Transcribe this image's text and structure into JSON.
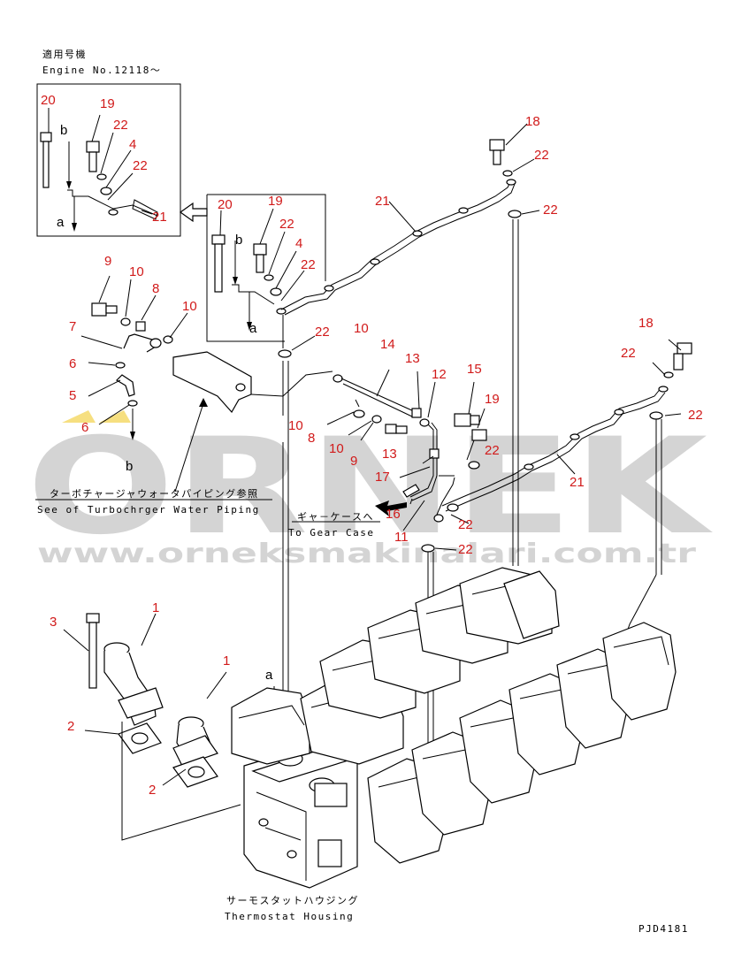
{
  "header": {
    "jp": "適用号機",
    "en": "Engine No.12118～"
  },
  "callouts": {
    "turbo_jp": "ターボチャージャウォータパイピング参照",
    "turbo_en": "See of Turbochrger Water Piping",
    "gear_jp": "ギャ－ケースへ",
    "gear_en": "To Gear Case",
    "thermo_jp": "サーモスタットハウジング",
    "thermo_en": "Thermostat Housing"
  },
  "watermark": {
    "brand": "ORNEK",
    "site": "www.orneksmakinalari.com.tr"
  },
  "drawing_code": "PJD4181",
  "colors": {
    "label": "#d11a1a",
    "line": "#000000",
    "watermark": "#d4d4d4",
    "accent": "#f2d24a"
  },
  "part_labels": [
    {
      "text": "20"
    },
    {
      "text": "19"
    },
    {
      "text": "22"
    },
    {
      "text": "4"
    },
    {
      "text": "22"
    },
    {
      "text": "21"
    },
    {
      "text": "b"
    },
    {
      "text": "a"
    },
    {
      "text": "20"
    },
    {
      "text": "19"
    },
    {
      "text": "22"
    },
    {
      "text": "4"
    },
    {
      "text": "22"
    },
    {
      "text": "b"
    },
    {
      "text": "a"
    },
    {
      "text": "21"
    },
    {
      "text": "18"
    },
    {
      "text": "22"
    },
    {
      "text": "22"
    },
    {
      "text": "9"
    },
    {
      "text": "10"
    },
    {
      "text": "8"
    },
    {
      "text": "10"
    },
    {
      "text": "7"
    },
    {
      "text": "6"
    },
    {
      "text": "5"
    },
    {
      "text": "6"
    },
    {
      "text": "b"
    },
    {
      "text": "22"
    },
    {
      "text": "10"
    },
    {
      "text": "14"
    },
    {
      "text": "13"
    },
    {
      "text": "12"
    },
    {
      "text": "15"
    },
    {
      "text": "19"
    },
    {
      "text": "10"
    },
    {
      "text": "8"
    },
    {
      "text": "10"
    },
    {
      "text": "9"
    },
    {
      "text": "13"
    },
    {
      "text": "22"
    },
    {
      "text": "17"
    },
    {
      "text": "16"
    },
    {
      "text": "11"
    },
    {
      "text": "22"
    },
    {
      "text": "22"
    },
    {
      "text": "18"
    },
    {
      "text": "22"
    },
    {
      "text": "22"
    },
    {
      "text": "21"
    },
    {
      "text": "3"
    },
    {
      "text": "1"
    },
    {
      "text": "1"
    },
    {
      "text": "2"
    },
    {
      "text": "2"
    },
    {
      "text": "a"
    }
  ]
}
